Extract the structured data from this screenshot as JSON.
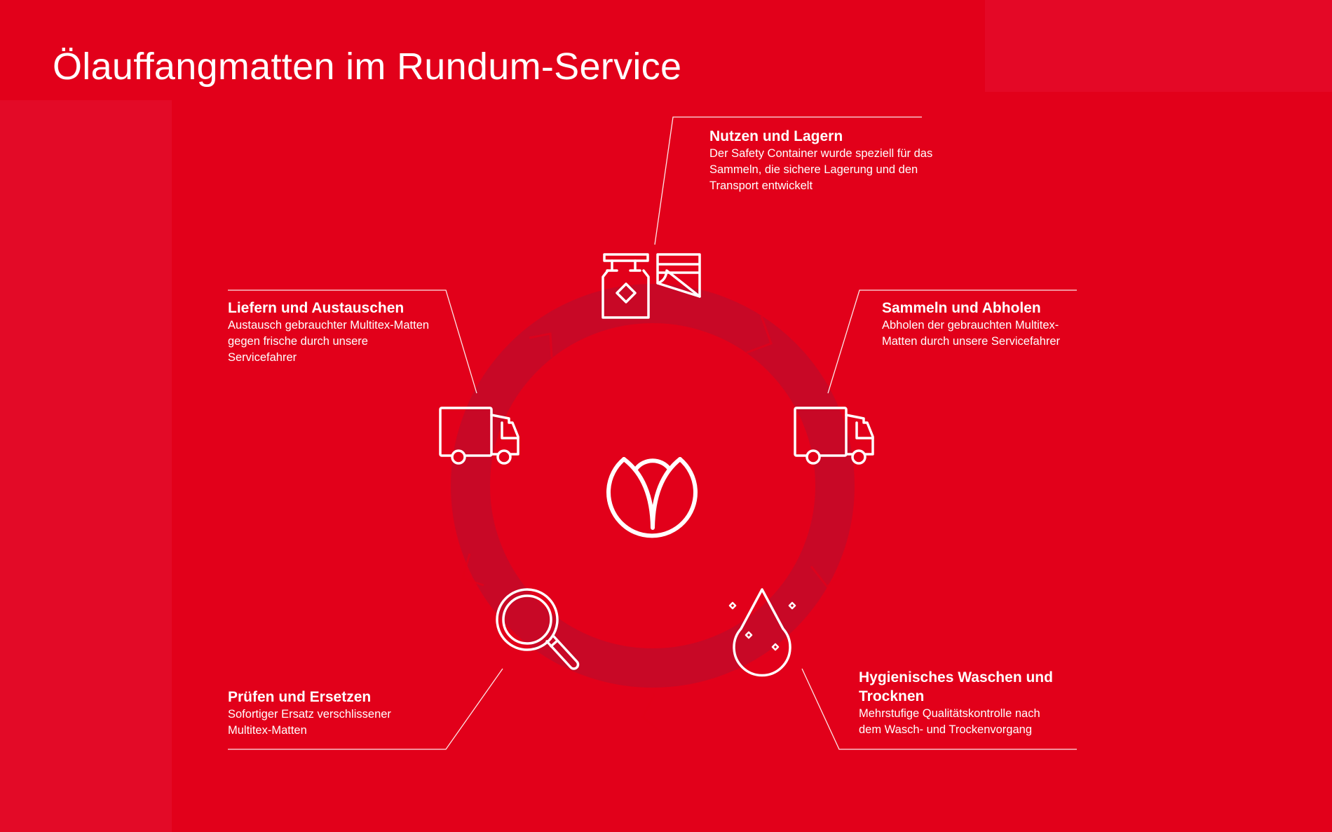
{
  "title": "Ölauffangmatten im Rundum-Service",
  "colors": {
    "background": "#e2001a",
    "ring": "#c80826",
    "foreground": "#ffffff"
  },
  "center_logo": "tulip-logo-icon",
  "steps": [
    {
      "title": "Nutzen und Lagern",
      "text": "Der Safety Container wurde speziell für das Sammeln, die sichere Lagerung und den Transport entwickelt",
      "icon": "container-icon"
    },
    {
      "title": "Sammeln und Abholen",
      "text": "Abholen der gebrauchten Multitex-Matten durch unsere Servicefahrer",
      "icon": "truck-icon"
    },
    {
      "title": "Hygienisches Waschen und Trocknen",
      "text": "Mehrstufige Qualitätskontrolle nach dem Wasch- und Trockenvorgang",
      "icon": "water-drop-icon"
    },
    {
      "title": "Prüfen und Ersetzen",
      "text": "Sofortiger Ersatz verschlissener Multitex-Matten",
      "icon": "magnifier-icon"
    },
    {
      "title": "Liefern und Austauschen",
      "text": "Austausch gebrauchter Multitex-Matten gegen frische durch unsere Servicefahrer",
      "icon": "truck-icon"
    }
  ]
}
